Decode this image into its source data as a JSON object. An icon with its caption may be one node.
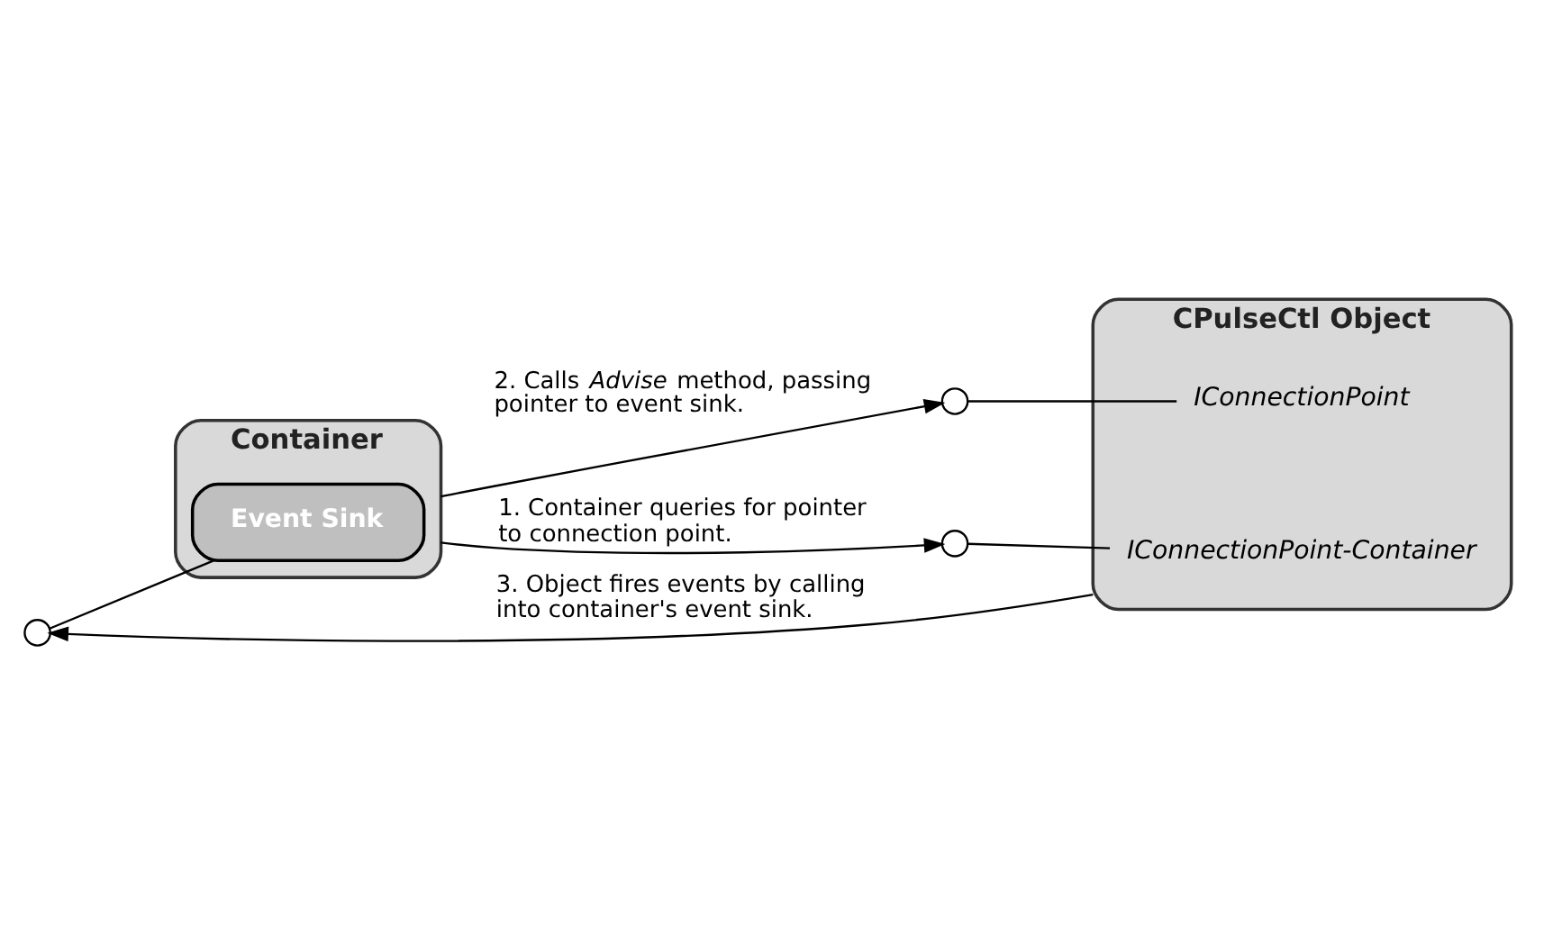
{
  "diagram": {
    "nodes": [
      {
        "text": [
          "Container"
        ]
      },
      {
        "text": [
          "Event Sink"
        ],
        "in": 0
      },
      {
        "text": [
          "CPulseCtl Object"
        ]
      },
      {
        "text": [
          "IConnectionPoint-Container"
        ],
        "in": 2
      },
      {
        "text": [
          "IConnectionPoint"
        ],
        "in": 2
      },
      {
        "text": [],
        "shape": "circle"
      },
      {
        "text": [],
        "shape": "circle"
      },
      {
        "text": [],
        "shape": "circle"
      }
    ],
    "edges": [
      {
        "from": 0,
        "to": 5,
        "arrow": "to",
        "label": "1. Container queries for pointer to connection point."
      },
      {
        "from": 5,
        "to": 3,
        "arrow": "none"
      },
      {
        "from": 0,
        "to": 6,
        "arrow": "to",
        "label": "2. Calls *Advise* method, passing pointer to event sink."
      },
      {
        "from": 6,
        "to": 4,
        "arrow": "none"
      },
      {
        "from": 2,
        "to": 7,
        "arrow": "to",
        "label": "3. Object fires events by calling into container's event sink."
      },
      {
        "from": 7,
        "to": 1,
        "arrow": "none"
      }
    ]
  }
}
